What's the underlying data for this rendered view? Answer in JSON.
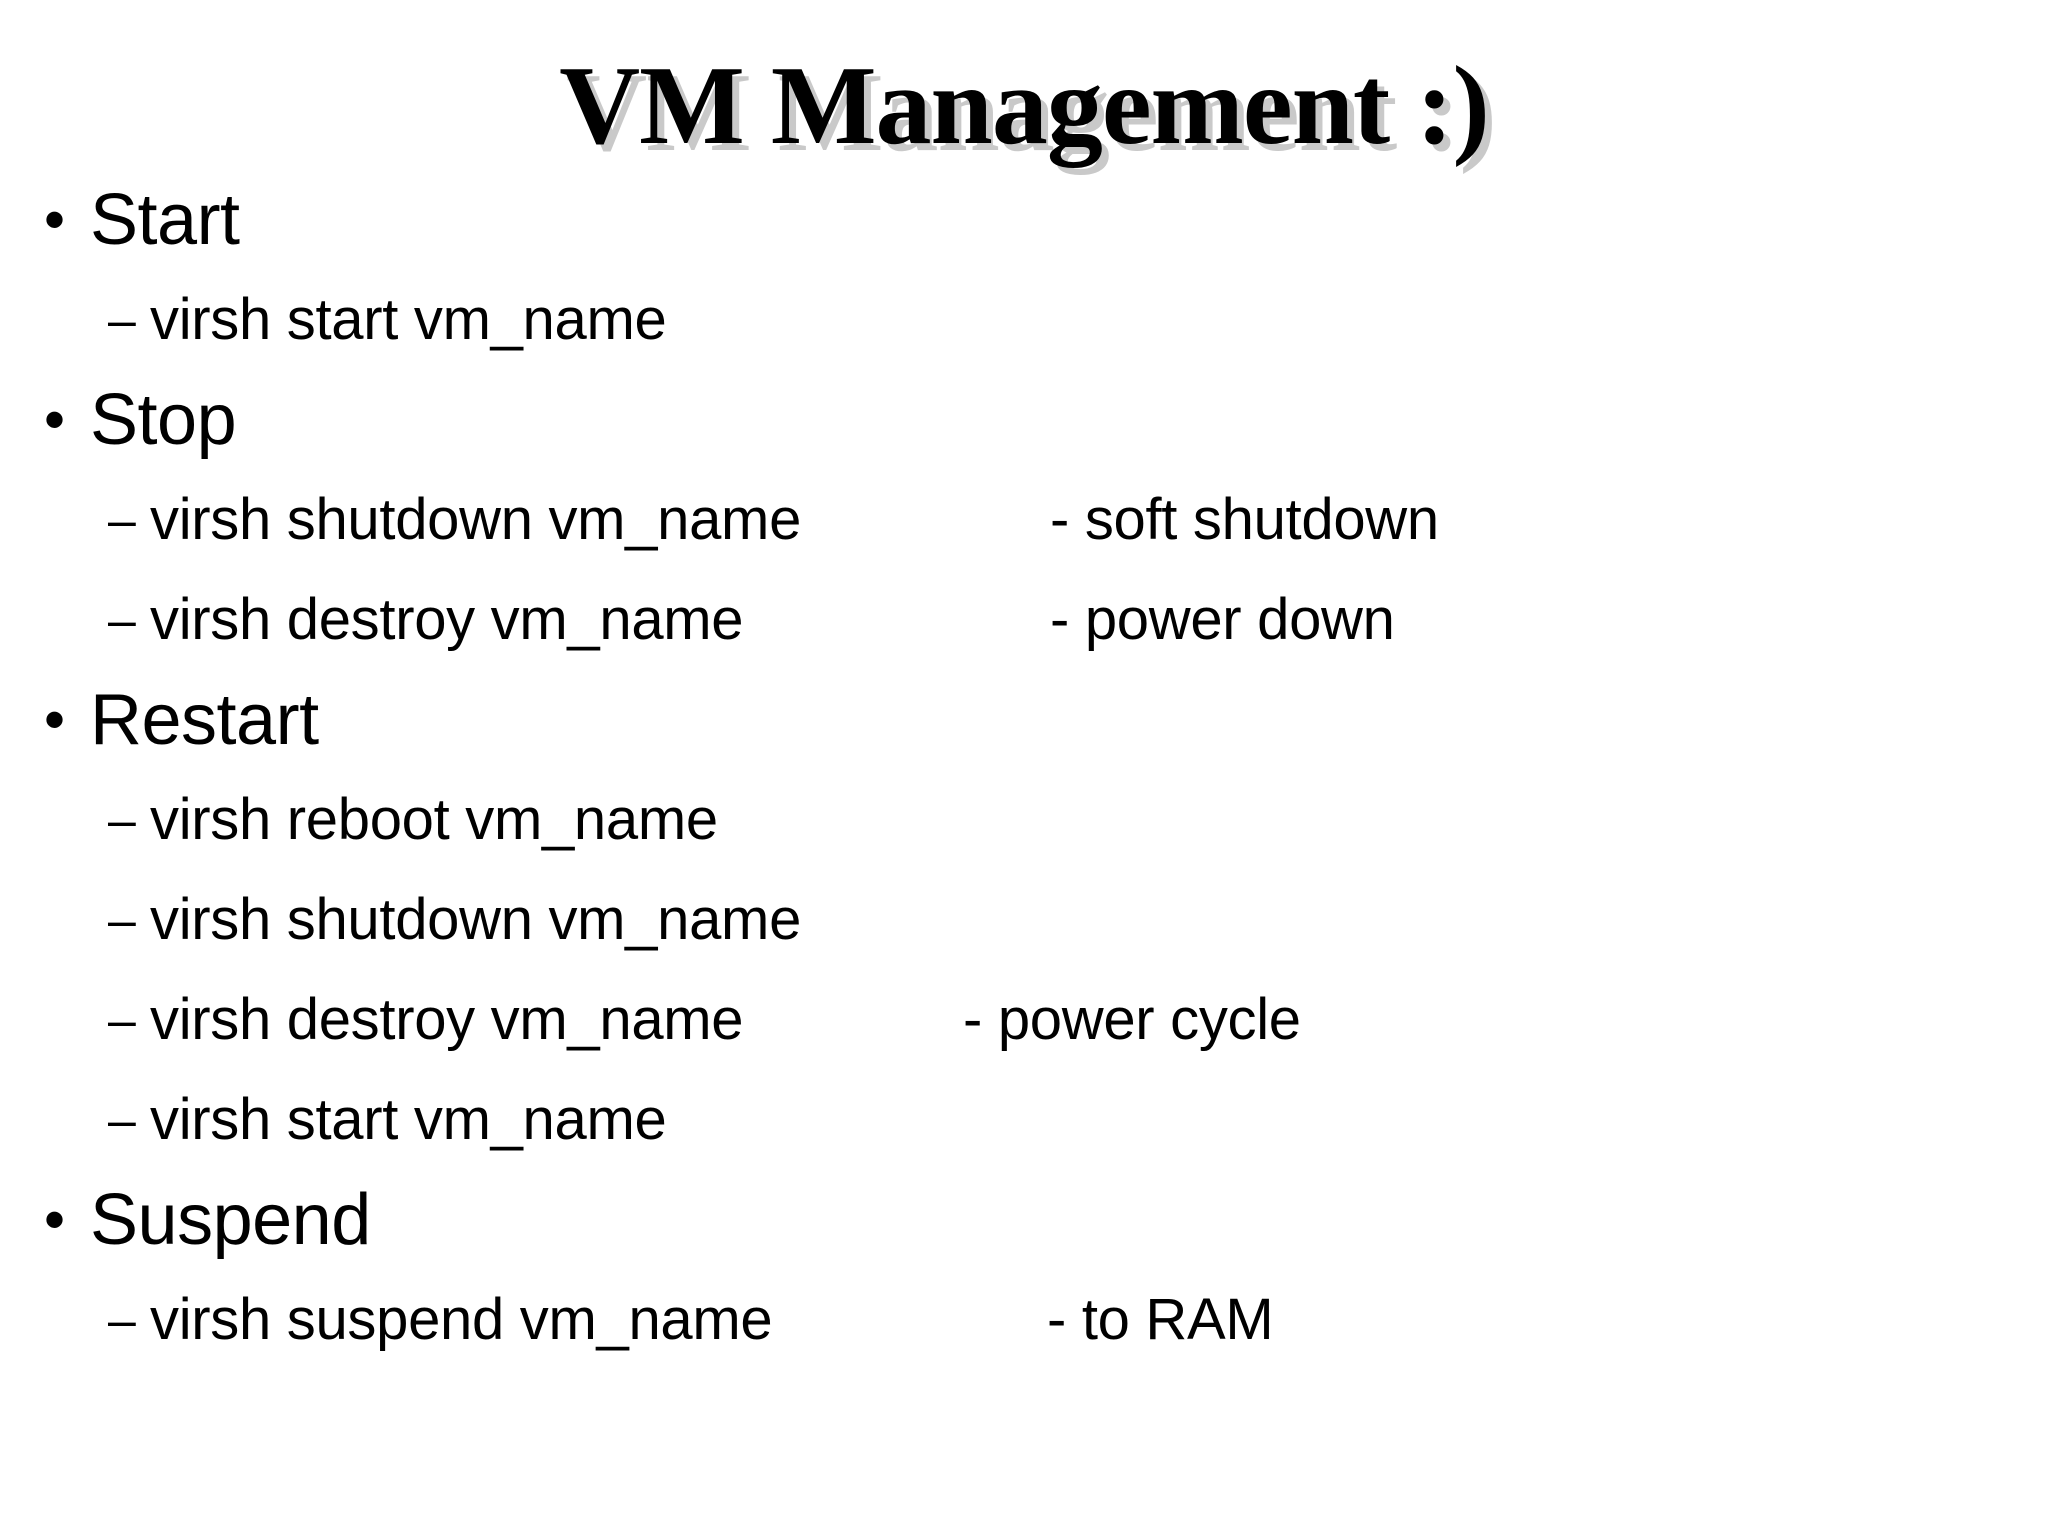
{
  "slide": {
    "title": "VM Management :)",
    "background_color": "#ffffff",
    "text_color": "#000000",
    "title_shadow_color": "#c9c9c9",
    "bullet_glyph": "•",
    "dash_glyph": "–",
    "sections": [
      {
        "label": "Start",
        "items": [
          {
            "command": "virsh start vm_name",
            "note": "",
            "note_column": ""
          }
        ]
      },
      {
        "label": "Stop",
        "items": [
          {
            "command": "virsh shutdown vm_name",
            "note": "- soft shutdown",
            "note_column": "col-a"
          },
          {
            "command": "virsh destroy vm_name",
            "note": "- power down",
            "note_column": "col-a"
          }
        ]
      },
      {
        "label": "Restart",
        "items": [
          {
            "command": "virsh reboot vm_name",
            "note": "",
            "note_column": ""
          },
          {
            "command": "virsh shutdown vm_name",
            "note": "",
            "note_column": ""
          },
          {
            "command": "virsh destroy vm_name",
            "note": "- power cycle",
            "note_column": "col-b"
          },
          {
            "command": "virsh start vm_name",
            "note": "",
            "note_column": ""
          }
        ]
      },
      {
        "label": "Suspend",
        "items": [
          {
            "command": "virsh suspend vm_name",
            "note": "- to RAM",
            "note_column": "col-c"
          }
        ]
      }
    ]
  }
}
